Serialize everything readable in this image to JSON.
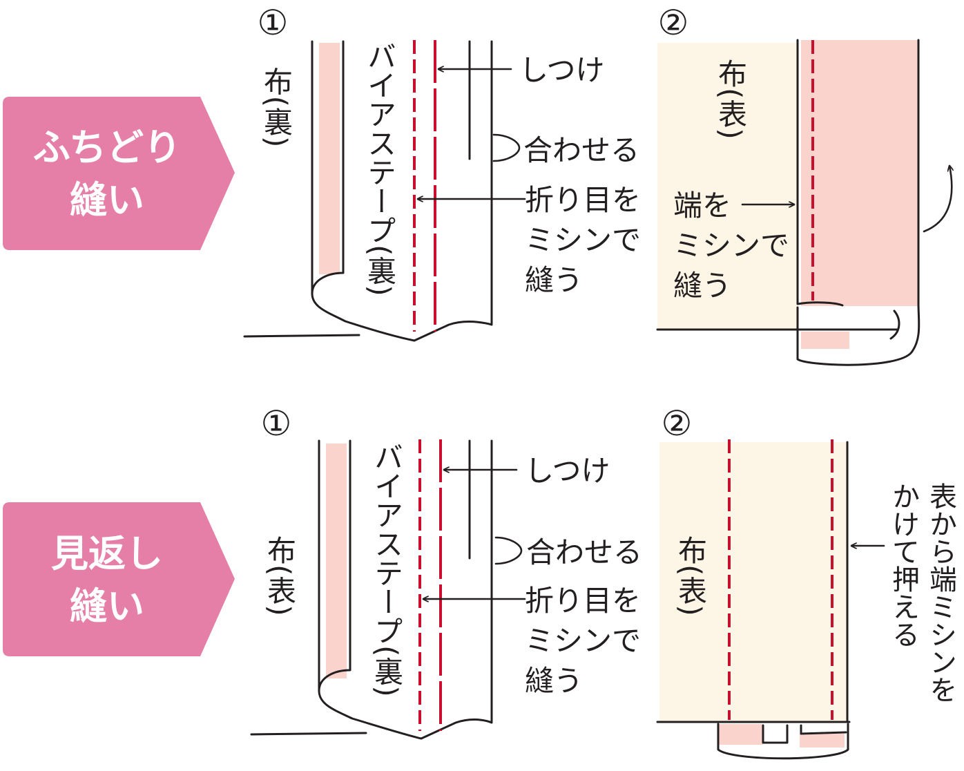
{
  "colors": {
    "badge": "#e57fa8",
    "tape_pink": "#f9d3cc",
    "fabric_cream": "#fdf6e6",
    "stitch_red": "#c8102e",
    "ink": "#231f20"
  },
  "sections": [
    {
      "badge": {
        "line1": "ふちどり",
        "line2": "縫い"
      },
      "step1": {
        "number": "①",
        "fabric_label": "布(裏)",
        "tape_label": "バイアステープ(裏)",
        "basting_label": "しつけ",
        "align_label": "合わせる",
        "fold_label_1": "折り目を",
        "fold_label_2": "ミシンで",
        "fold_label_3": "縫う"
      },
      "step2": {
        "number": "②",
        "fabric_label": "布(表)",
        "edge_label_1": "端を",
        "edge_label_2": "ミシンで",
        "edge_label_3": "縫う"
      }
    },
    {
      "badge": {
        "line1": "見返し",
        "line2": "縫い"
      },
      "step1": {
        "number": "①",
        "fabric_label": "布(表)",
        "tape_label": "バイアステープ(裏)",
        "basting_label": "しつけ",
        "align_label": "合わせる",
        "fold_label_1": "折り目を",
        "fold_label_2": "ミシンで",
        "fold_label_3": "縫う"
      },
      "step2": {
        "number": "②",
        "fabric_label": "布(表)",
        "note_col1": "表から端ミシンを",
        "note_col2": "かけて押える"
      }
    }
  ]
}
